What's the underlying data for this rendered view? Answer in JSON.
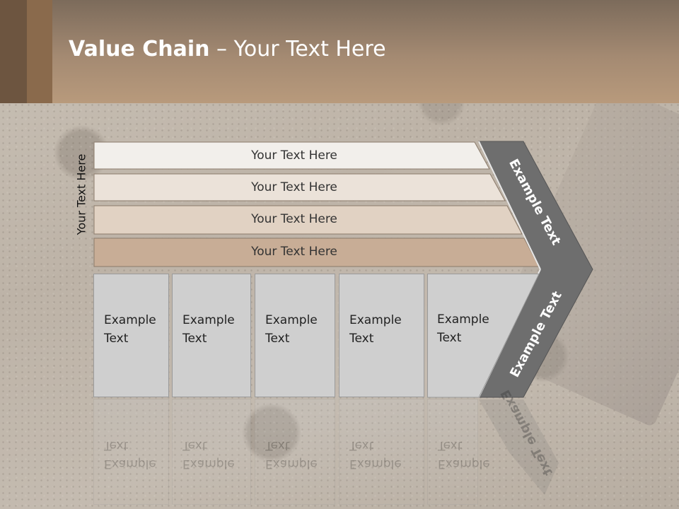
{
  "title": {
    "bold": "Value Chain",
    "rest": " – Your Text Here"
  },
  "side_label": "Your Text Here",
  "bands": [
    {
      "label": "Your Text Here",
      "fill": "#f2efeb"
    },
    {
      "label": "Your Text Here",
      "fill": "#ebe2d9"
    },
    {
      "label": "Your Text Here",
      "fill": "#e1d2c3"
    },
    {
      "label": "Your Text Here",
      "fill": "#c8ad96"
    }
  ],
  "boxes": [
    {
      "line1": "Example",
      "line2": "Text"
    },
    {
      "line1": "Example",
      "line2": "Text"
    },
    {
      "line1": "Example",
      "line2": "Text"
    },
    {
      "line1": "Example",
      "line2": "Text"
    },
    {
      "line1": "Example",
      "line2": "Text"
    }
  ],
  "chevron": {
    "top_label": "Example Text",
    "bottom_label": "Example Text",
    "fill": "#6e6e6e"
  },
  "colors": {
    "header_dark": "#6d5540",
    "header_mid": "#8a6a4c",
    "box_fill": "#cfcfcf"
  }
}
